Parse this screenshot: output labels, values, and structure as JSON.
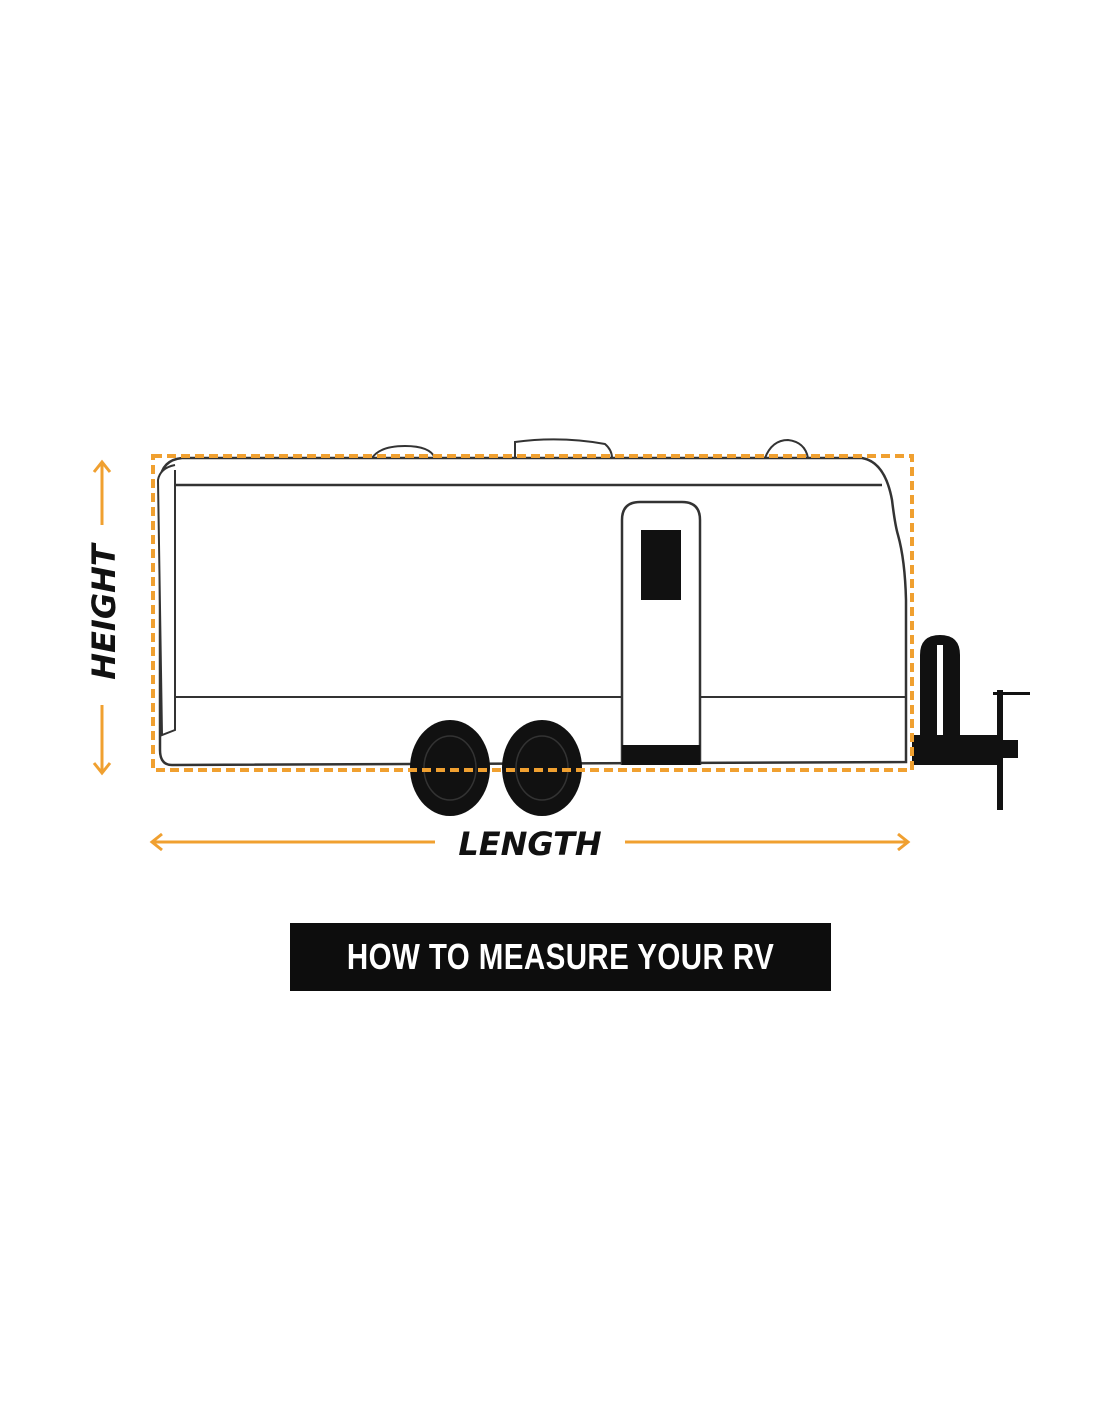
{
  "diagram": {
    "height_label": "HEIGHT",
    "length_label": "LENGTH",
    "banner_text": "HOW TO MEASURE YOUR RV",
    "colors": {
      "accent": "#f0a030",
      "outline": "#222222",
      "banner_bg": "#0d0d0d"
    }
  }
}
